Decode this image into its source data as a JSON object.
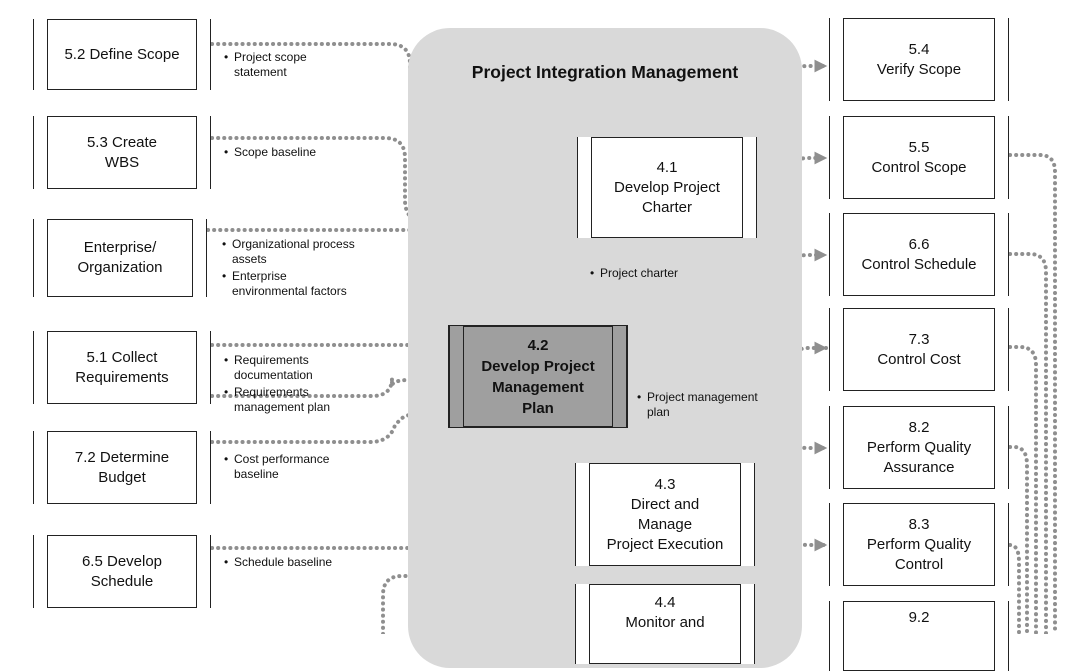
{
  "group": {
    "title": "Project Integration Management"
  },
  "processes": {
    "define_scope": "5.2 Define Scope",
    "create_wbs": "5.3 Create\nWBS",
    "enterprise": "Enterprise/\nOrganization",
    "collect_requirements": "5.1 Collect\nRequirements",
    "determine_budget": "7.2 Determine\nBudget",
    "develop_schedule": "6.5 Develop\nSchedule",
    "develop_charter": "4.1\nDevelop Project\nCharter",
    "develop_pm_plan": "4.2\nDevelop Project\nManagement\nPlan",
    "direct_manage": "4.3\nDirect and\nManage\nProject Execution",
    "monitor_control": "4.4\nMonitor and",
    "verify_scope": "5.4\nVerify Scope",
    "control_scope": "5.5\nControl Scope",
    "control_schedule": "6.6\nControl Schedule",
    "control_cost": "7.3\nControl Cost",
    "perform_qa": "8.2\nPerform Quality\nAssurance",
    "perform_qc": "8.3\nPerform Quality\nControl",
    "box_9_2": "9.2"
  },
  "notes": {
    "scope_statement": [
      "Project scope\nstatement"
    ],
    "scope_baseline": [
      "Scope baseline"
    ],
    "enterprise": [
      "Organizational process\nassets",
      "Enterprise\nenvironmental factors"
    ],
    "requirements": [
      "Requirements\ndocumentation",
      "Requirements\nmanagement plan"
    ],
    "cost_baseline": [
      "Cost performance\nbaseline"
    ],
    "schedule_baseline": [
      "Schedule baseline"
    ],
    "project_charter": [
      "Project charter"
    ],
    "pm_plan": [
      "Project management\nplan"
    ]
  }
}
